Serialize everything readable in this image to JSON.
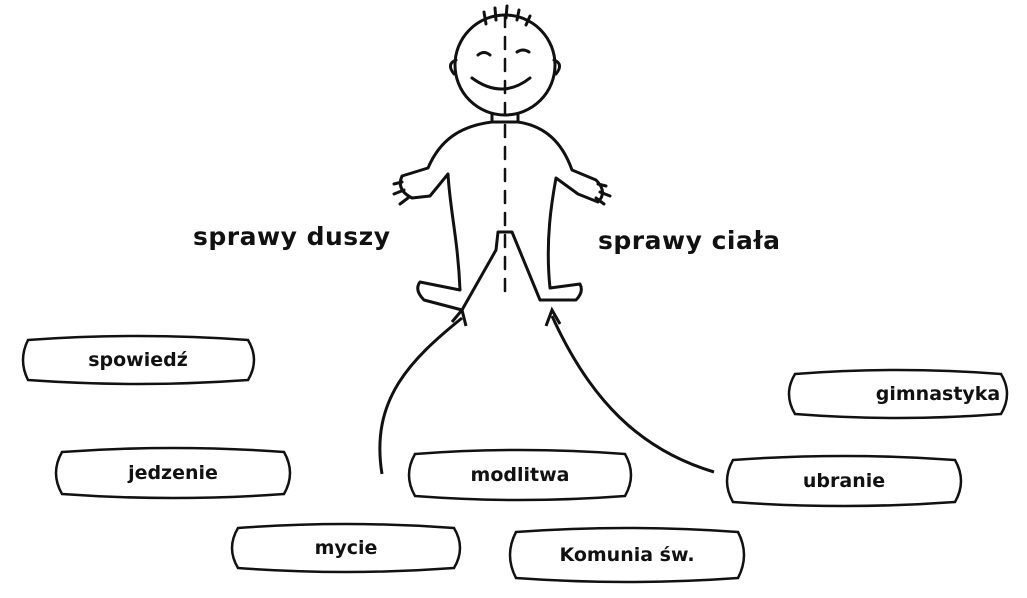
{
  "labels": {
    "soul": "sprawy duszy",
    "body": "sprawy ciała"
  },
  "clouds": [
    {
      "text": "spowiedź"
    },
    {
      "text": "jedzenie"
    },
    {
      "text": "mycie"
    },
    {
      "text": "modlitwa"
    },
    {
      "text": "Komunia św."
    },
    {
      "text": "ubranie"
    },
    {
      "text": "gimnastyka"
    }
  ],
  "colors": {
    "ink": "#111111",
    "background": "#ffffff"
  },
  "icons": [
    "child-figure-icon",
    "arrow-up-icon"
  ]
}
